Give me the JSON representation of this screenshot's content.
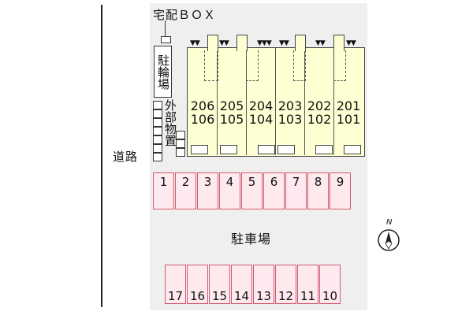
{
  "labels": {
    "road": "道路",
    "delivery_box": "宅配ＢＯＸ",
    "bike_parking": "駐輪場",
    "outdoor_storage": "外部物置",
    "parking": "駐車場",
    "north": "N"
  },
  "building": {
    "units": [
      {
        "upper": "206",
        "lower": "106"
      },
      {
        "upper": "205",
        "lower": "105"
      },
      {
        "upper": "204",
        "lower": "104"
      },
      {
        "upper": "203",
        "lower": "103"
      },
      {
        "upper": "202",
        "lower": "102"
      },
      {
        "upper": "201",
        "lower": "101"
      }
    ]
  },
  "parking_top": [
    "1",
    "2",
    "3",
    "4",
    "5",
    "6",
    "7",
    "8",
    "9"
  ],
  "parking_bottom": [
    "17",
    "16",
    "15",
    "14",
    "13",
    "12",
    "11",
    "10"
  ],
  "colors": {
    "lot": "#efefef",
    "building": "#ffffd4",
    "parking_fill": "#fde9ee",
    "parking_border": "#d45a6e"
  }
}
